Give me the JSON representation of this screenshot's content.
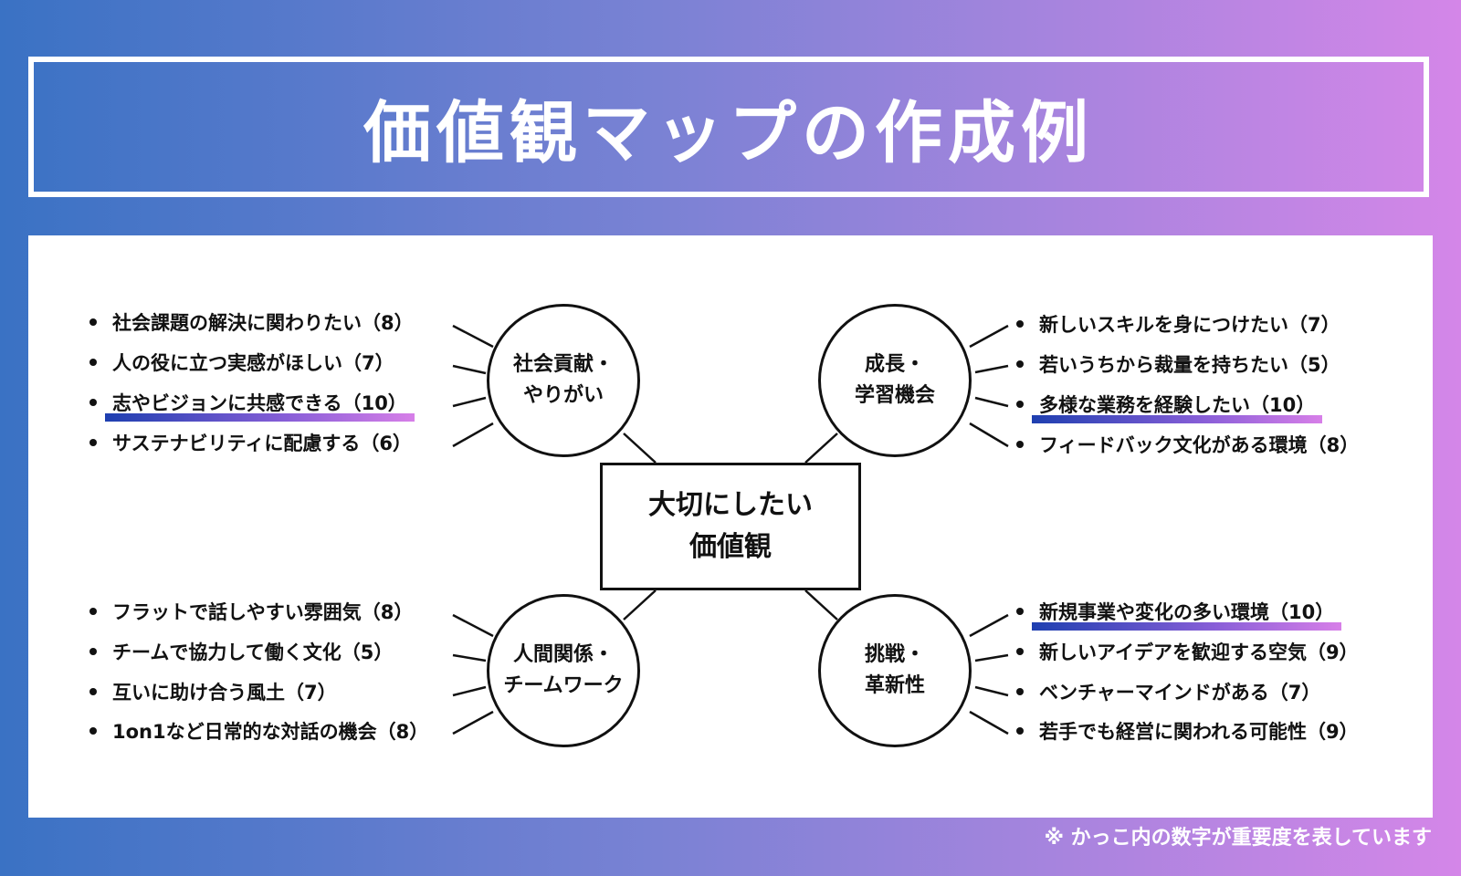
{
  "title": "価値観マップの作成例",
  "center": {
    "line1": "大切にしたい",
    "line2": "価値観"
  },
  "categories": [
    {
      "line1": "社会貢献・",
      "line2": "やりがい",
      "items": [
        {
          "text": "社会課題の解決に関わりたい（8）",
          "highlight": false
        },
        {
          "text": "人の役に立つ実感がほしい（7）",
          "highlight": false
        },
        {
          "text": "志やビジョンに共感できる（10）",
          "highlight": true
        },
        {
          "text": "サステナビリティに配慮する（6）",
          "highlight": false
        }
      ]
    },
    {
      "line1": "成長・",
      "line2": "学習機会",
      "items": [
        {
          "text": "新しいスキルを身につけたい（7）",
          "highlight": false
        },
        {
          "text": "若いうちから裁量を持ちたい（5）",
          "highlight": false
        },
        {
          "text": "多様な業務を経験したい（10）",
          "highlight": true
        },
        {
          "text": "フィードバック文化がある環境（8）",
          "highlight": false
        }
      ]
    },
    {
      "line1": "人間関係・",
      "line2": "チームワーク",
      "items": [
        {
          "text": "フラットで話しやすい雰囲気（8）",
          "highlight": false
        },
        {
          "text": "チームで協力して働く文化（5）",
          "highlight": false
        },
        {
          "text": "互いに助け合う風土（7）",
          "highlight": false
        },
        {
          "text": "1on1など日常的な対話の機会（8）",
          "highlight": false
        }
      ]
    },
    {
      "line1": "挑戦・",
      "line2": "革新性",
      "items": [
        {
          "text": "新規事業や変化の多い環境（10）",
          "highlight": true
        },
        {
          "text": "新しいアイデアを歓迎する空気（9）",
          "highlight": false
        },
        {
          "text": "ベンチャーマインドがある（7）",
          "highlight": false
        },
        {
          "text": "若手でも経営に関われる可能性（9）",
          "highlight": false
        }
      ]
    }
  ],
  "footnote": "※ かっこ内の数字が重要度を表しています",
  "colors": {
    "gradient_start": "#3a72c4",
    "gradient_end": "#d486e8",
    "highlight_start": "#1e3fb0",
    "highlight_end": "#d77fe8"
  }
}
